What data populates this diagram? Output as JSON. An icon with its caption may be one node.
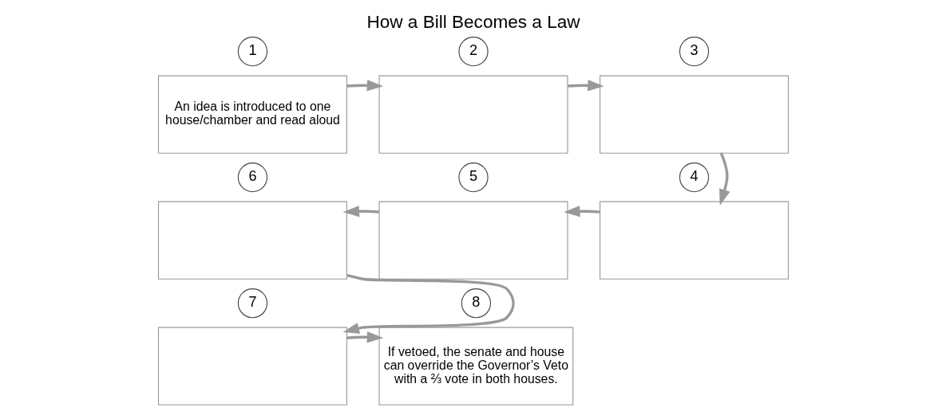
{
  "diagram": {
    "title": "How a Bill Becomes a Law",
    "nodes": [
      {
        "text": [
          "1"
        ]
      },
      {
        "text": [
          "An idea is introduced to one house/chamber and read aloud"
        ]
      },
      {
        "text": [
          "2"
        ]
      },
      {
        "text": [],
        "shape": "box"
      },
      {
        "text": [
          "3"
        ]
      },
      {
        "text": [],
        "shape": "box"
      },
      {
        "text": [
          "4"
        ]
      },
      {
        "text": [],
        "shape": "box"
      },
      {
        "text": [
          "5"
        ]
      },
      {
        "text": [],
        "shape": "box"
      },
      {
        "text": [
          "6"
        ]
      },
      {
        "text": [],
        "shape": "box"
      },
      {
        "text": [
          "7"
        ]
      },
      {
        "text": [],
        "shape": "box"
      },
      {
        "text": [
          "8"
        ]
      },
      {
        "text": [
          "If vetoed, the senate and house can override the Governor’s Veto with a ⅔ vote in both houses."
        ]
      }
    ],
    "edges": [
      {
        "from": 1,
        "to": 3,
        "arrow": "to"
      },
      {
        "from": 3,
        "to": 5,
        "arrow": "to"
      },
      {
        "from": 5,
        "to": 7,
        "arrow": "to"
      },
      {
        "from": 7,
        "to": 9,
        "arrow": "to"
      },
      {
        "from": 9,
        "to": 11,
        "arrow": "to"
      },
      {
        "from": 11,
        "to": 13,
        "arrow": "to"
      },
      {
        "from": 13,
        "to": 15,
        "arrow": "to"
      }
    ]
  }
}
